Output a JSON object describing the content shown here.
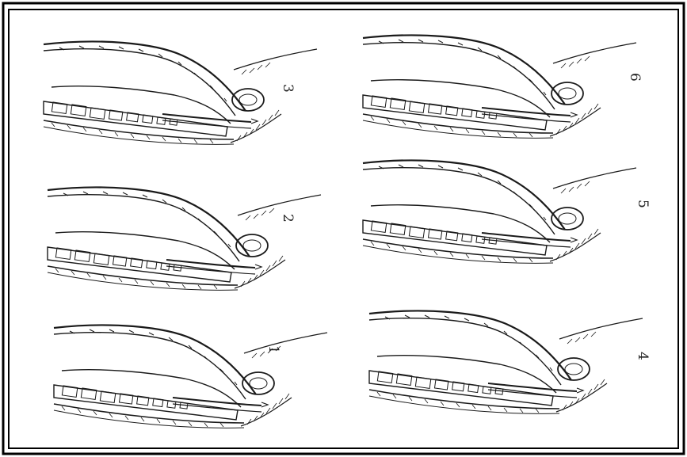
{
  "figure": {
    "panels": [
      {
        "id": "panel-1",
        "label": "1"
      },
      {
        "id": "panel-2",
        "label": "2"
      },
      {
        "id": "panel-3",
        "label": "3"
      },
      {
        "id": "panel-4",
        "label": "4"
      },
      {
        "id": "panel-5",
        "label": "5"
      },
      {
        "id": "panel-6",
        "label": "6"
      }
    ]
  },
  "colors": {
    "frame": "#000000",
    "ink": "#1a1a1a",
    "paper": "#ffffff"
  }
}
